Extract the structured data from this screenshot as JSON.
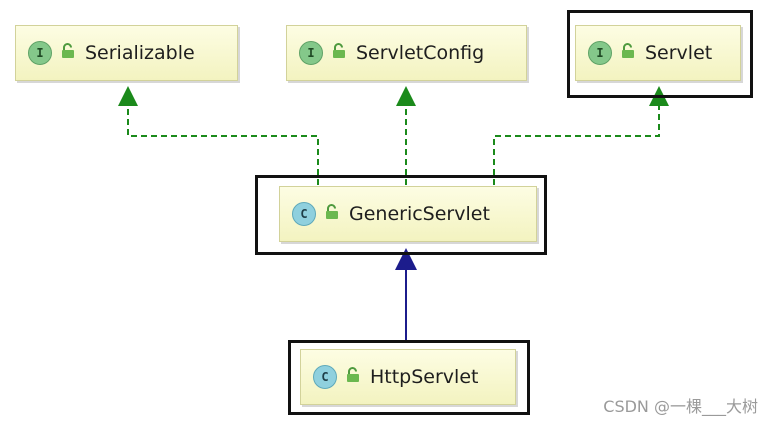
{
  "nodes": {
    "serializable": {
      "label": "Serializable",
      "kind": "I"
    },
    "servletconfig": {
      "label": "ServletConfig",
      "kind": "I"
    },
    "servlet": {
      "label": "Servlet",
      "kind": "I"
    },
    "genericservlet": {
      "label": "GenericServlet",
      "kind": "C"
    },
    "httpservlet": {
      "label": "HttpServlet",
      "kind": "C"
    }
  },
  "colors": {
    "implements_edge": "#1b8a1b",
    "extends_edge": "#1c1c8c",
    "highlight_frame": "#111111"
  },
  "watermark": "CSDN @一棵___大树"
}
